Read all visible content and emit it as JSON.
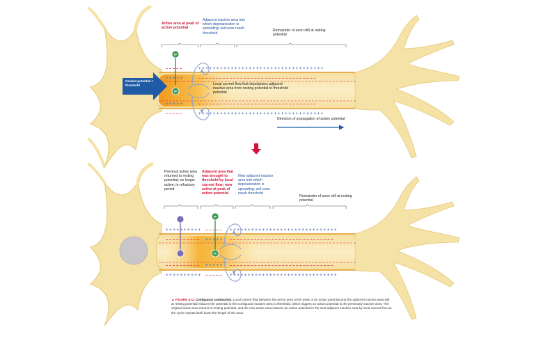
{
  "colors": {
    "neuron_body": "#f5e2a6",
    "neuron_edge": "#e6c777",
    "axon_fill": "#f9e7b3",
    "active_zone": "#f6b63d",
    "membrane_line": "#e09a2c",
    "charge_blue": "#5a6fb0",
    "charge_red": "#d2143a",
    "arrow_blue": "#1f5aa6",
    "current_loop": "#8fa0c8",
    "label_red": "#d2143a",
    "label_blue": "#1f4f9c",
    "nucleus": "#c9c6c9"
  },
  "panel_top": {
    "graded_potential": "Graded potential > threshold",
    "active_area": "Active area at peak of action potential",
    "adjacent_inactive": "Adjacent inactive area into which depolarization is spreading; will soon reach threshold",
    "remainder": "Remainder of axon still at resting potential",
    "local_current": "Local current flow that depolarizes adjacent inactive area from resting potential to threshold potential",
    "direction": "Direction of propagation of action potential",
    "ap_badge": "AP"
  },
  "panel_bottom": {
    "previous_active": "Previous active area returned to resting potential; no longer active; in refractory period",
    "adjacent_brought": "Adjacent area that was brought to threshold by local current flow; now active at peak of action potential",
    "new_adjacent": "New adjacent inactive area into which depolarization is spreading; will soon reach threshold",
    "remainder": "Remainder of axon still at resting potential",
    "ap_badge": "AP"
  },
  "caption": {
    "figure_label": "▲ FIGURE 4-11",
    "title": "Contiguous conduction.",
    "body": "Local current flow between the active area at the peak of an action potential and the adjacent inactive area still at resting potential reduces the potential in this contiguous inactive area to threshold, which triggers an action potential in the previously inactive area. The original active area returns to resting potential, and the new active area induces an action potential in the next adjacent inactive area by local current flow as the cycle repeats itself down the length of the axon."
  }
}
